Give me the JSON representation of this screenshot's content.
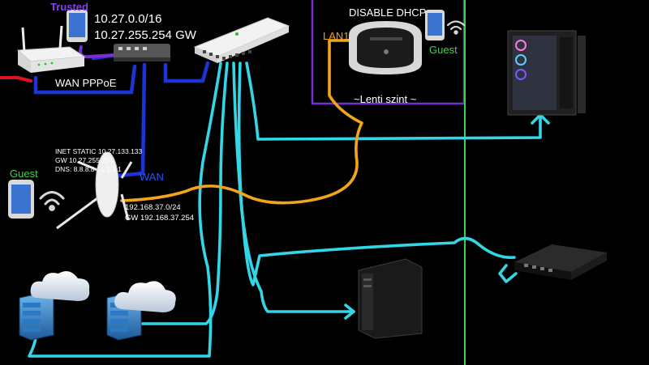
{
  "labels": {
    "trusted": "Trusted",
    "net_lan": "10.27.0.0/16",
    "net_gw": "10.27.255.254 GW",
    "wan_pppoe": "WAN PPPoE",
    "disable_dhcp": "DISABLE DHCP",
    "lan1": "LAN1",
    "guest_top": "Guest",
    "lenti_szint": "~Lenti szint ~",
    "inet_static": "INET STATIC 10.27.133.133",
    "inet_gw": "GW 10.27.255.254",
    "inet_dns": "DNS: 8.8.8.8 , 1.1.1.1",
    "guest_left": "Guest",
    "wan_ap": "WAN",
    "ap_net": "192.168.37.0/24",
    "ap_gw": "GW 192.168.37.254"
  },
  "colors": {
    "background": "#000000",
    "lan_cable": "#32d6e6",
    "wan_cable": "#1a34d8",
    "uplink_cable": "#f2a51a",
    "power_cable": "#e0121e",
    "trusted_label": "#8a3df0",
    "vlan_frame": "#7a2fd0",
    "floor_divider": "#3fd14a",
    "guest_label": "#3fd14a",
    "ap_wan_label": "#2a54ff",
    "lan1_label": "#f2a51a"
  },
  "icons": [
    "router",
    "mini-switch",
    "ethernet-switch",
    "wifi-router",
    "smartphone",
    "wifi",
    "ceiling-access-point",
    "gaming-pc",
    "desktop-pc",
    "desktop-switch",
    "server",
    "cloud"
  ]
}
